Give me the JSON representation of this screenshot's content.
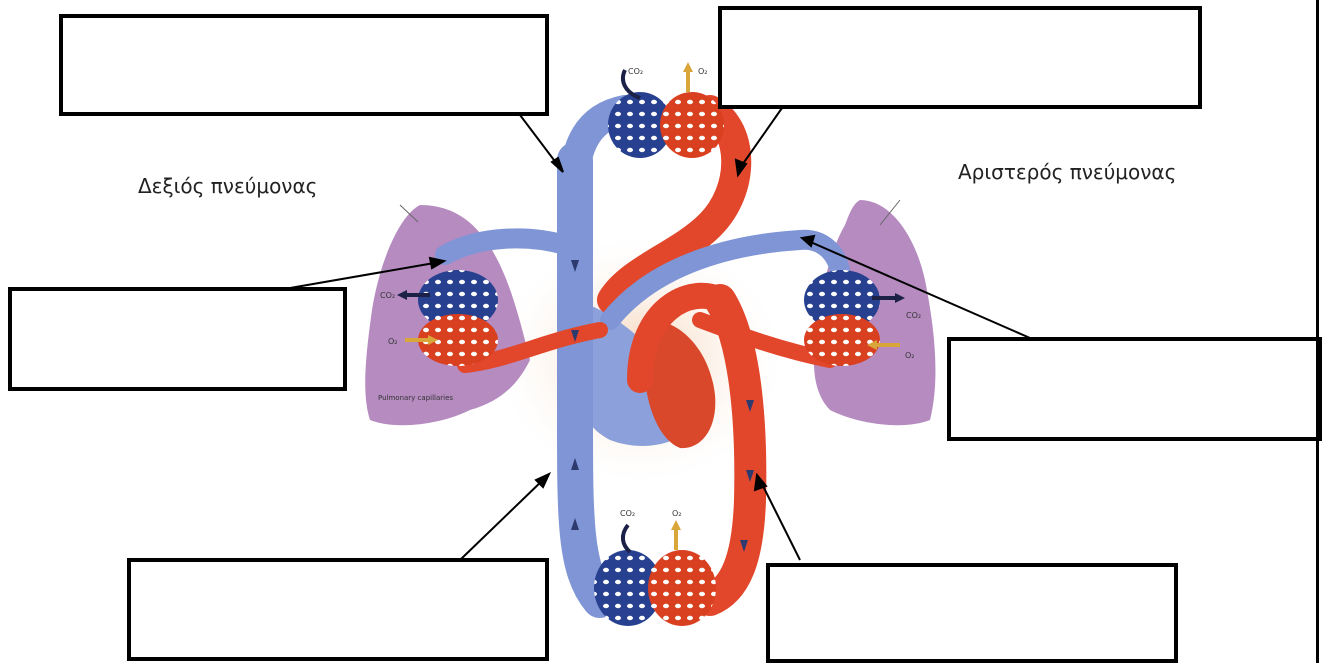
{
  "labels": {
    "right_lung": "Δεξιός πνεύμονας",
    "left_lung": "Αριστερός πνεύμονας"
  },
  "gas_labels": {
    "co2": "CO₂",
    "o2": "O₂"
  },
  "small_text": {
    "pulmonary_capillaries": "Pulmonary capillaries"
  },
  "colors": {
    "deoxygenated": "#7f95d6",
    "oxygenated": "#e2472b",
    "lung": "#b58bc0",
    "capillary_blue": "#27408f",
    "capillary_red": "#d84020",
    "co2_arrow": "#1c2148",
    "o2_arrow": "#d9a63a"
  },
  "answer_boxes": [
    {
      "id": "top-left",
      "value": ""
    },
    {
      "id": "top-right",
      "value": ""
    },
    {
      "id": "mid-left",
      "value": ""
    },
    {
      "id": "mid-right",
      "value": ""
    },
    {
      "id": "bottom-left",
      "value": ""
    },
    {
      "id": "bottom-right",
      "value": ""
    }
  ]
}
